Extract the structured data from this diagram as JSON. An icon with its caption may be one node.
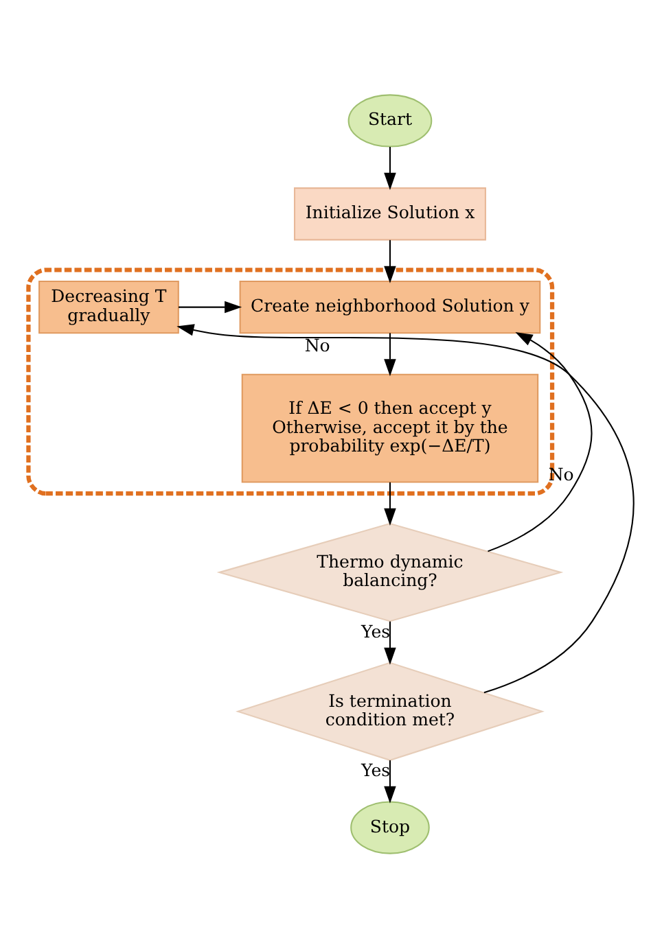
{
  "diagram": {
    "nodes": [
      {
        "text": [
          "Start"
        ]
      },
      {
        "text": [
          "Initialize Solution x"
        ]
      },
      {
        "text": [],
        "shape": "box"
      },
      {
        "text": [
          "Create neighborhood Solution y"
        ],
        "in": 2
      },
      {
        "text": [
          "If ΔE < 0 then accept y Otherwise, accept it by the probability exp(−ΔE/T)"
        ],
        "in": 2
      },
      {
        "text": [
          "Decreasing T gradually"
        ],
        "in": 2
      },
      {
        "text": [
          "Thermo dynamic balancing?"
        ]
      },
      {
        "text": [
          "Is termination condition met?"
        ]
      },
      {
        "text": [
          "Stop"
        ]
      }
    ],
    "edges": [
      {
        "from": 0,
        "to": 1,
        "arrow": "to"
      },
      {
        "from": 1,
        "to": 3,
        "arrow": "to"
      },
      {
        "from": 3,
        "to": 4,
        "arrow": "to"
      },
      {
        "from": 4,
        "to": 6,
        "arrow": "to"
      },
      {
        "from": 6,
        "to": 7,
        "arrow": "to",
        "label": "Yes"
      },
      {
        "from": 6,
        "to": 3,
        "arrow": "to",
        "label": "No"
      },
      {
        "from": 7,
        "to": 5,
        "arrow": "to",
        "label": "No"
      },
      {
        "from": 5,
        "to": 3,
        "arrow": "to"
      },
      {
        "from": 7,
        "to": 8,
        "arrow": "to",
        "label": "Yes"
      }
    ]
  }
}
